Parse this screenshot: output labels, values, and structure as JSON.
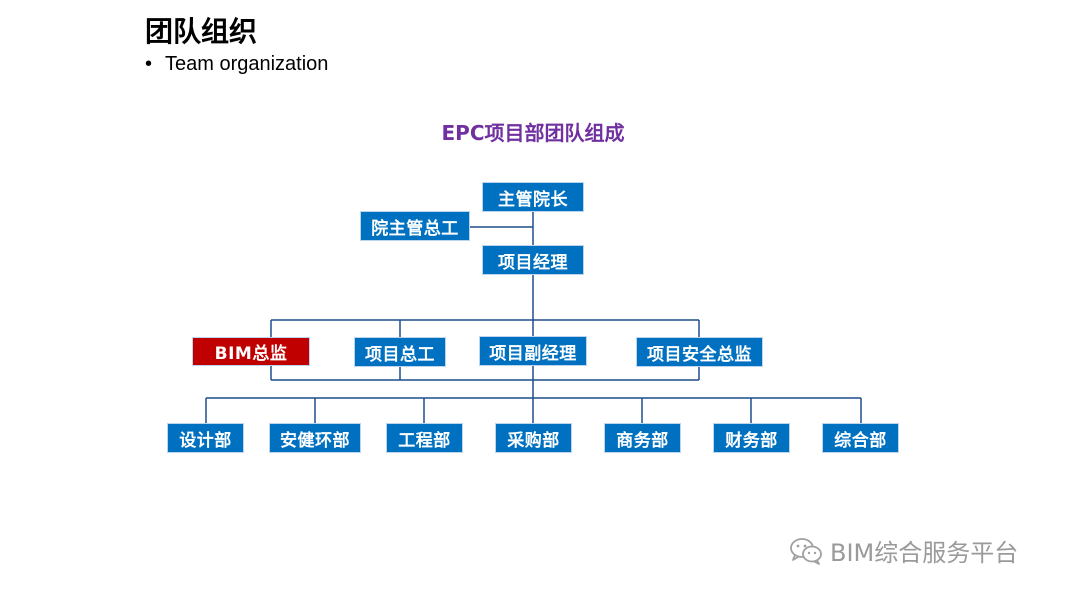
{
  "slide": {
    "title": "团队组织",
    "bullet": "•",
    "subtitle": "Team organization"
  },
  "diagram": {
    "title": "EPC项目部团队组成",
    "title_color": "#7030a0",
    "node_color": "#0070c0",
    "highlight_color": "#c00000",
    "line_color": "#1f4e8c",
    "nodes": {
      "president": "主管院长",
      "chief_engineer": "院主管总工",
      "project_manager": "项目经理",
      "bim_director": "BIM总监",
      "project_chief_engineer": "项目总工",
      "deputy_manager": "项目副经理",
      "safety_director": "项目安全总监",
      "design_dept": "设计部",
      "safety_env_dept": "安健环部",
      "engineering_dept": "工程部",
      "procurement_dept": "采购部",
      "business_dept": "商务部",
      "finance_dept": "财务部",
      "general_dept": "综合部"
    }
  },
  "watermark": {
    "icon": "wechat-icon",
    "text": "BIM综合服务平台"
  }
}
